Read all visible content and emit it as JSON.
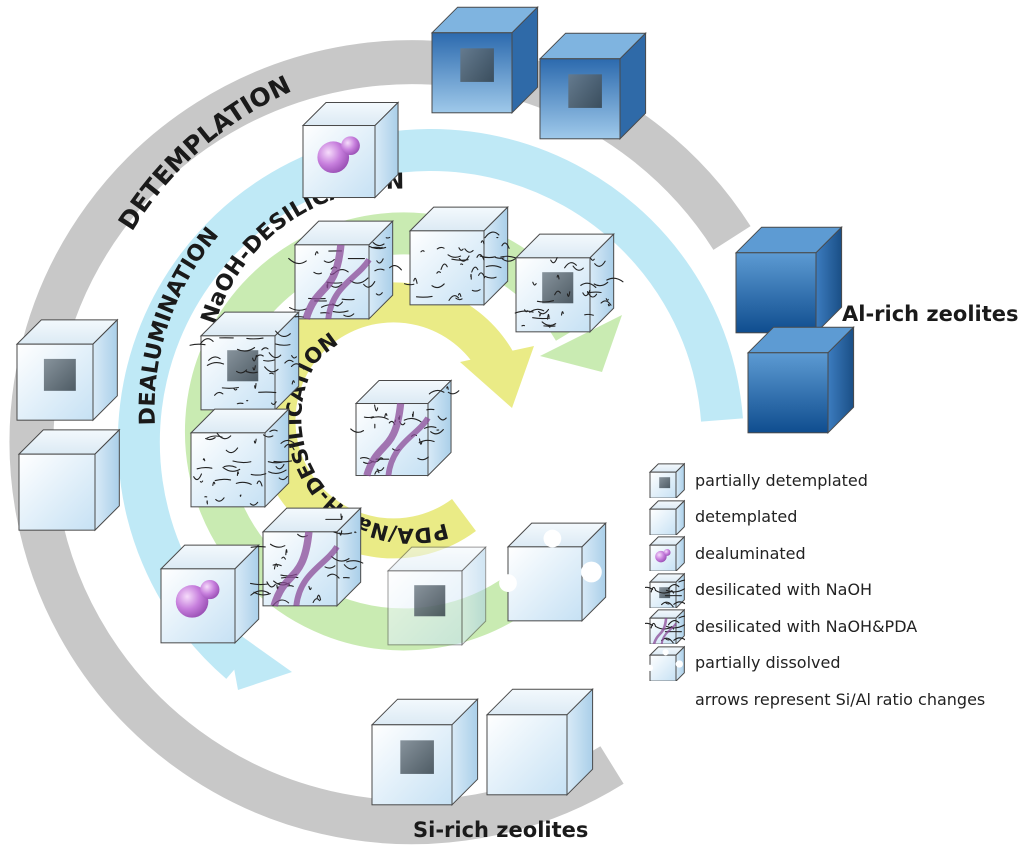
{
  "rings": {
    "detemplation": "DETEMPLATION",
    "dealumination": "DEALUMINATION",
    "naoh_desilication": "NaOH-DESILICATION",
    "pda_desilication": "PDA/NaOH-DESILICATION"
  },
  "labels": {
    "al_rich": "Al-rich zeolites",
    "si_rich": "Si-rich zeolites"
  },
  "legend": [
    {
      "swatch": "partially-detemplated-cube",
      "text": "partially detemplated"
    },
    {
      "swatch": "detemplated-cube",
      "text": "detemplated"
    },
    {
      "swatch": "dealuminated-cube",
      "text": "dealuminated"
    },
    {
      "swatch": "naoh-desilicated-cube",
      "text": "desilicated with NaOH"
    },
    {
      "swatch": "pda-desilicated-cube",
      "text": "desilicated with NaOH&PDA"
    },
    {
      "swatch": "dissolved-crystal",
      "text": "partially dissolved"
    },
    {
      "swatch": "",
      "text": "arrows represent Si/Al ratio changes"
    }
  ],
  "colors": {
    "outer_ring": "#c8c8c8",
    "dealumination_ring": "#bde9f5",
    "naoh_ring": "#c8eab0",
    "pda_ring": "#ecec84",
    "cube_blue": "#2f6fb5",
    "cube_light": "#dcecf8",
    "pore_purple": "#7a3f86",
    "sphere_purple": "#c06ed6"
  }
}
